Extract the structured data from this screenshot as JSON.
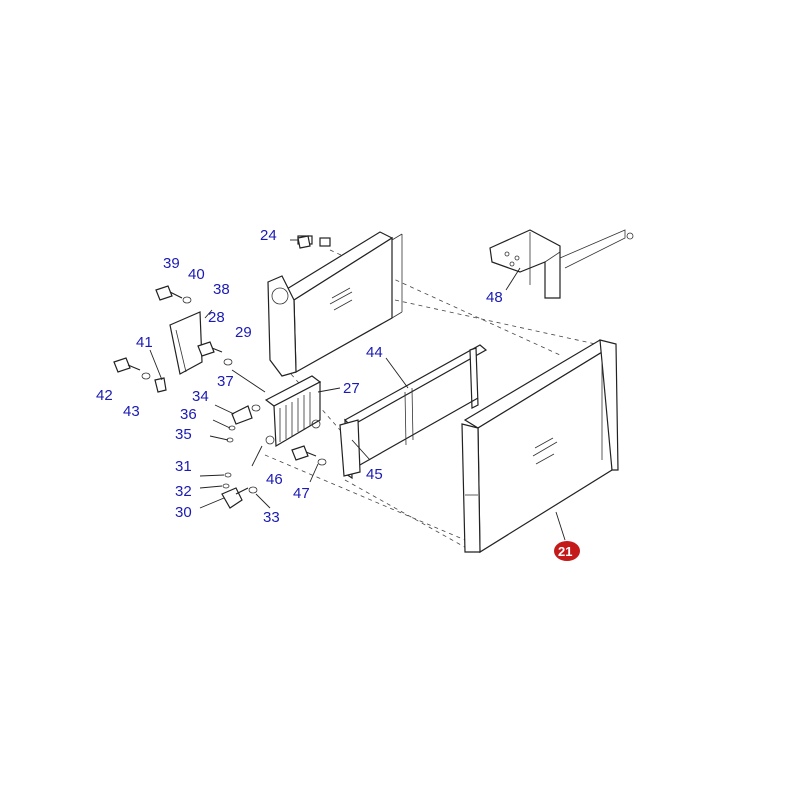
{
  "diagram": {
    "callouts": {
      "p24": "24",
      "p39": "39",
      "p40": "40",
      "p38": "38",
      "p28": "28",
      "p29": "29",
      "p41": "41",
      "p42": "42",
      "p43": "43",
      "p37": "37",
      "p34": "34",
      "p36": "36",
      "p35": "35",
      "p27": "27",
      "p44": "44",
      "p45": "45",
      "p46": "46",
      "p47": "47",
      "p31": "31",
      "p32": "32",
      "p30": "30",
      "p33": "33",
      "p48": "48",
      "p21": "21"
    },
    "colors": {
      "callout": "#1a1ab4",
      "badge": "#c41a1a",
      "line": "#222222"
    }
  }
}
